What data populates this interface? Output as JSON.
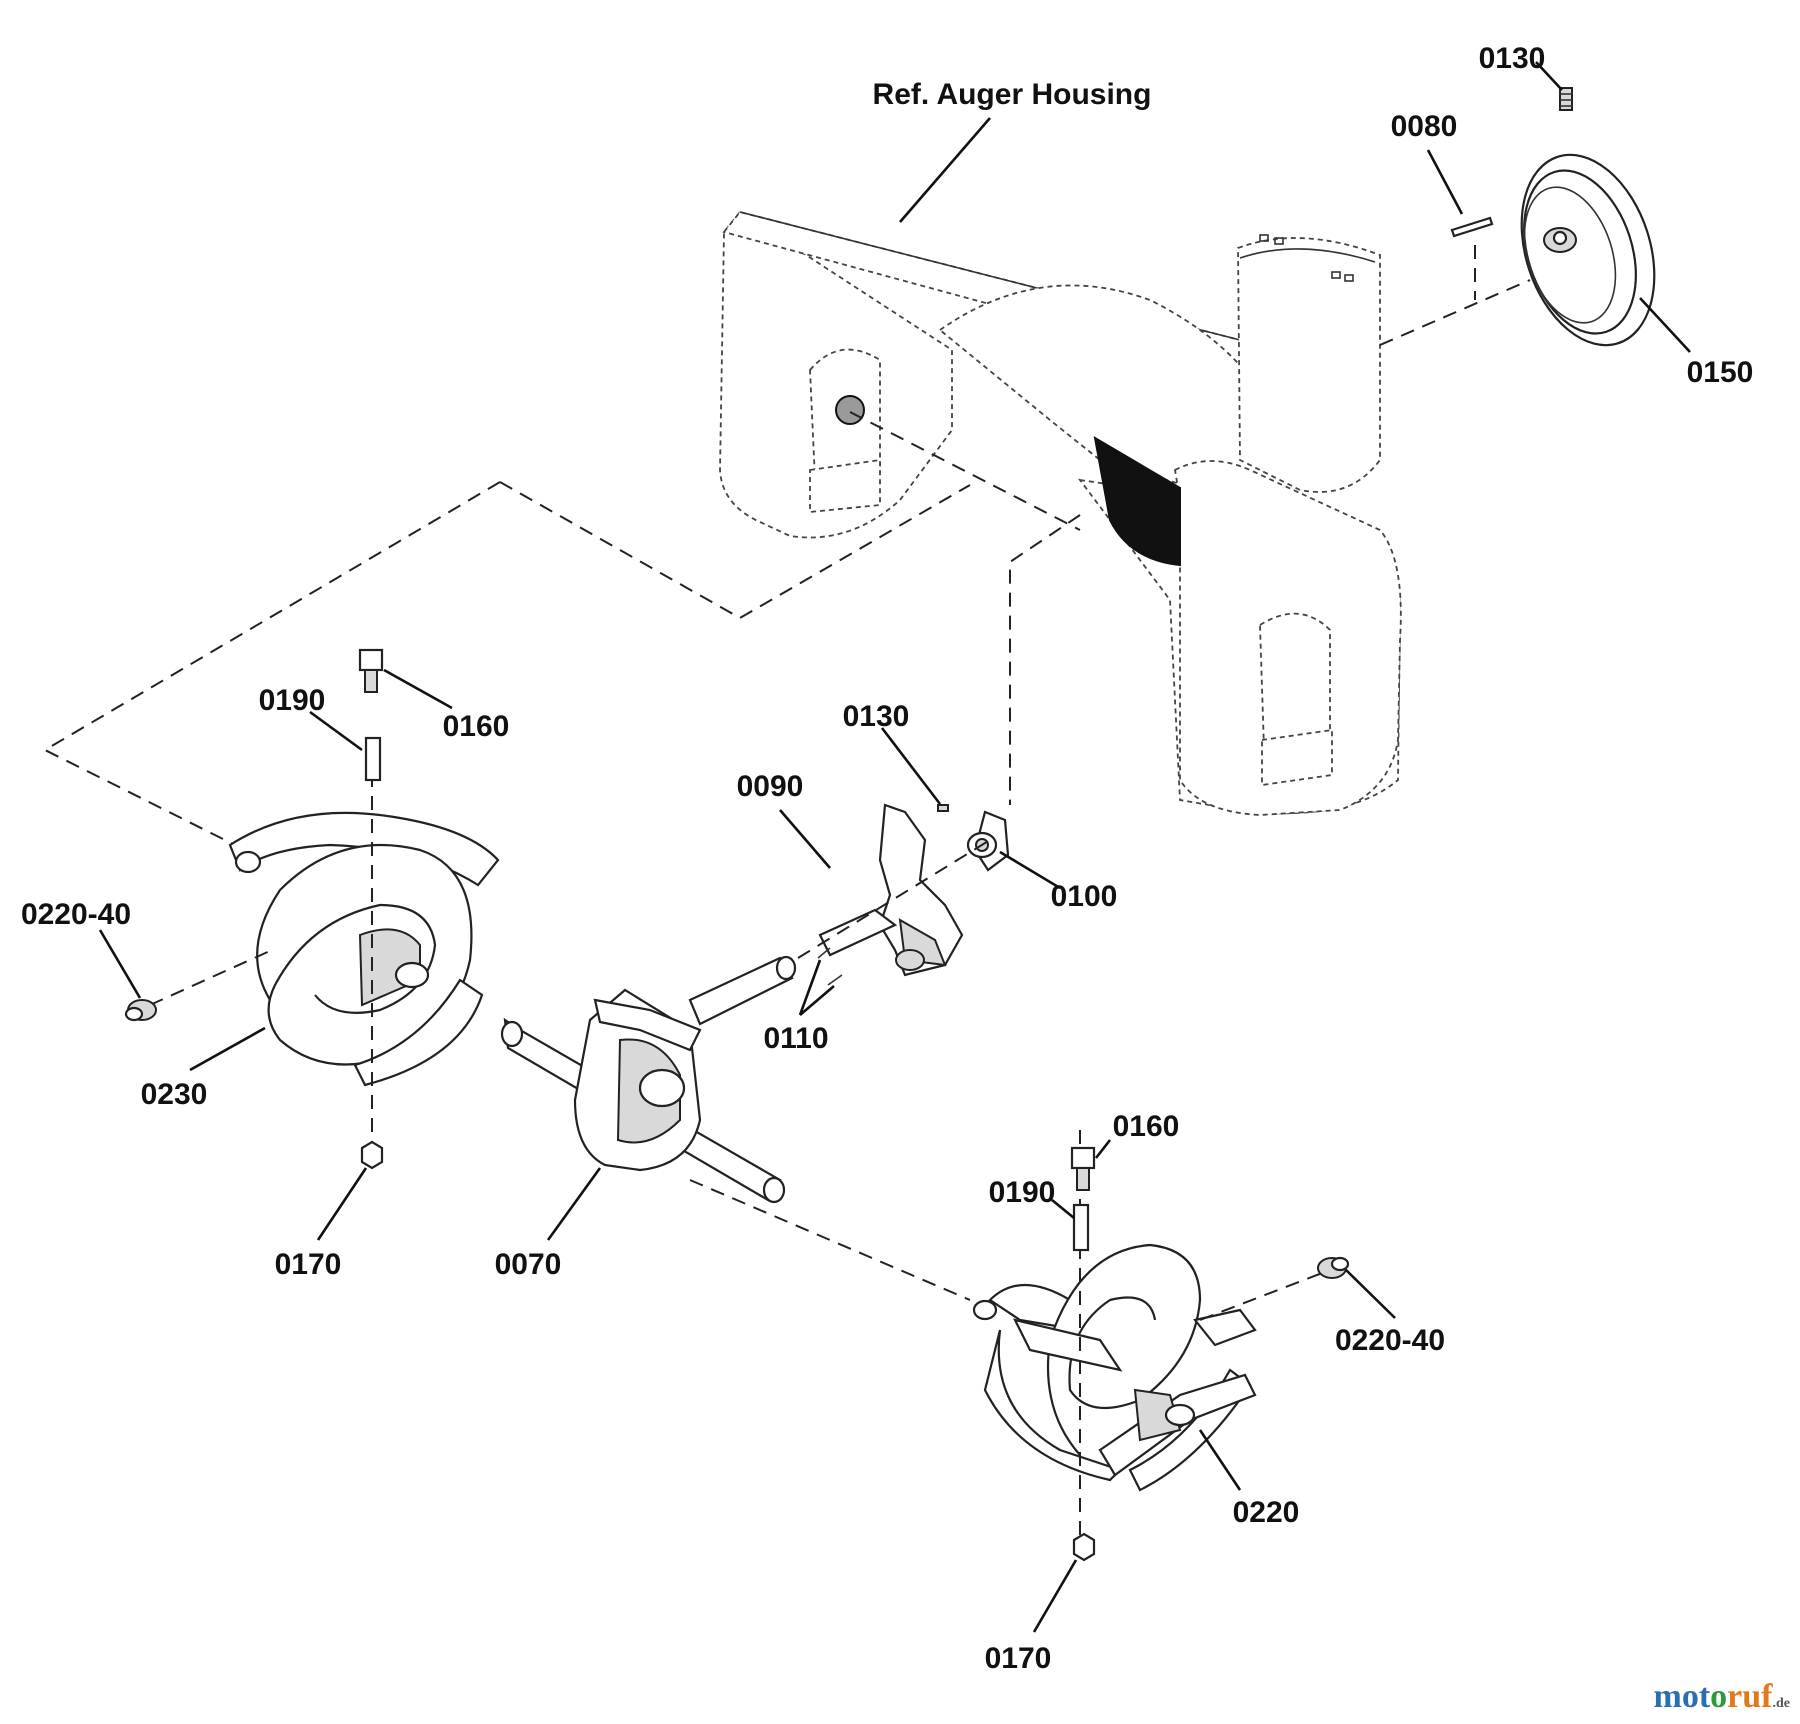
{
  "diagram": {
    "header_label": "Ref. Auger Housing",
    "callouts": {
      "c0130_top": "0130",
      "c0080": "0080",
      "c0150": "0150",
      "c0190_left": "0190",
      "c0160_left": "0160",
      "c0130_mid": "0130",
      "c0090": "0090",
      "c0100": "0100",
      "c0220_40_left": "0220-40",
      "c0110": "0110",
      "c0230": "0230",
      "c0170_left": "0170",
      "c0070": "0070",
      "c0160_right": "0160",
      "c0190_right": "0190",
      "c0220_40_right": "0220-40",
      "c0220": "0220",
      "c0170_right": "0170"
    }
  },
  "watermark": {
    "part1": "mot",
    "part2": "o",
    "part3": "ruf",
    "suffix": ".de"
  }
}
